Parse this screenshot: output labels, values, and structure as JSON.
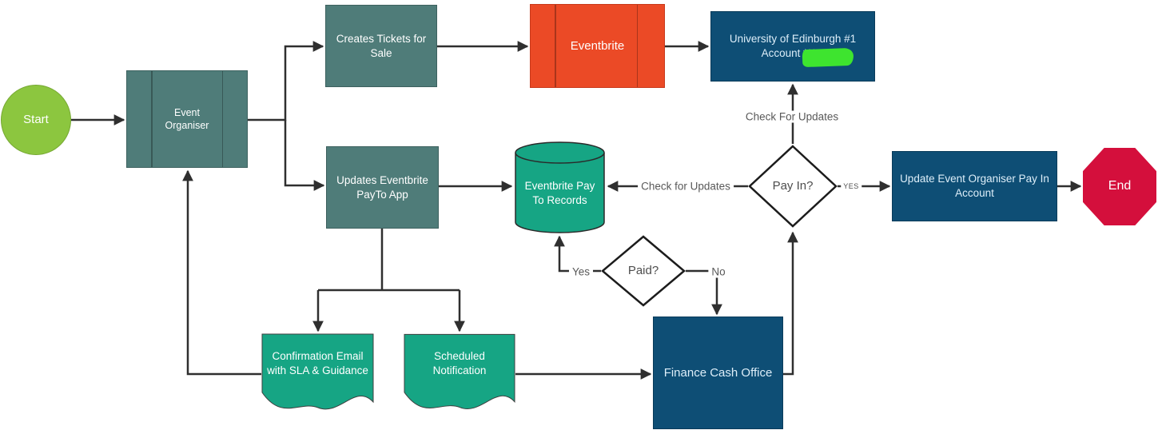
{
  "diagram": {
    "nodes": {
      "start": {
        "label": "Start"
      },
      "event_organiser": {
        "label": "Event Organiser"
      },
      "creates_tickets": {
        "label": "Creates Tickets for Sale"
      },
      "eventbrite": {
        "label": "Eventbrite"
      },
      "uoe_account": {
        "line1": "University of Edinburgh #1",
        "line2": "Account *****"
      },
      "updates_payto": {
        "label": "Updates Eventbrite PayTo App"
      },
      "payto_records": {
        "label": "Eventbrite Pay To Records"
      },
      "pay_in": {
        "label": "Pay In?"
      },
      "update_pay_in_account": {
        "label": "Update Event Organiser Pay In Account"
      },
      "end": {
        "label": "End"
      },
      "paid": {
        "label": "Paid?"
      },
      "confirmation_email": {
        "label": "Confirmation Email with SLA & Guidance"
      },
      "scheduled_notification": {
        "label": "Scheduled Notification"
      },
      "finance_cash_office": {
        "label": "Finance Cash Office"
      }
    },
    "edge_labels": {
      "check_updates_vertical": "Check For Updates",
      "check_updates_horizontal": "Check for Updates",
      "pay_in_yes": "YES",
      "paid_yes": "Yes",
      "paid_no": "No"
    },
    "colors": {
      "start_green": "#8CC63F",
      "teal": "#4F7C79",
      "orange": "#EB4A26",
      "dark_blue": "#0E4E75",
      "green": "#16A584",
      "end_red": "#D40F3C",
      "redaction_green": "#3EE42F",
      "connector": "#2F2F2F",
      "label_gray": "#595959"
    }
  }
}
